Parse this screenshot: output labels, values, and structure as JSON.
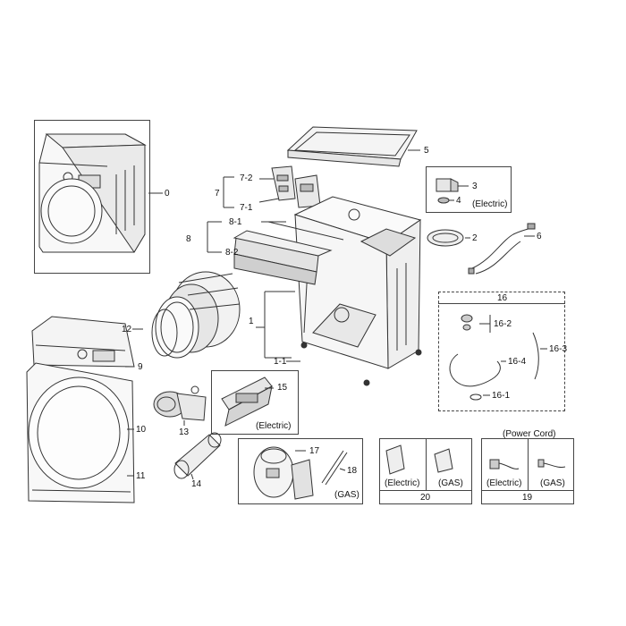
{
  "labels": {
    "n0": "0",
    "n1": "1",
    "n1_1": "1-1",
    "n2": "2",
    "n3": "3",
    "n4": "4",
    "n5": "5",
    "n6": "6",
    "n7": "7",
    "n7_1": "7-1",
    "n7_2": "7-2",
    "n8": "8",
    "n8_1": "8-1",
    "n8_2": "8-2",
    "n9": "9",
    "n10": "10",
    "n11": "11",
    "n12": "12",
    "n13": "13",
    "n14": "14",
    "n15": "15",
    "n16": "16",
    "n16_1": "16-1",
    "n16_2": "16-2",
    "n16_3": "16-3",
    "n16_4": "16-4",
    "n17": "17",
    "n18": "18",
    "n19": "19",
    "n20": "20"
  },
  "notes": {
    "electric_box3": "(Electric)",
    "electric_box15": "(Electric)",
    "gas_box17": "(GAS)",
    "electric_box20": "(Electric)",
    "gas_box20": "(GAS)",
    "power_cord": "(Power Cord)",
    "electric_box19": "(Electric)",
    "gas_box19": "(GAS)"
  },
  "colors": {
    "line": "#333333",
    "fill": "#f4f4f4",
    "shade": "#d8d8d8"
  }
}
